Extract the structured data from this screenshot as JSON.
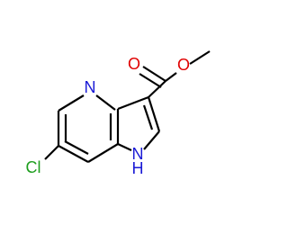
{
  "molecule": {
    "atoms": {
      "N_pyridine": "N",
      "O_carbonyl": "O",
      "O_ester": "O",
      "Cl": "Cl",
      "N_pyrrole": "N",
      "H_pyrrole": "H"
    },
    "colors": {
      "N": "#1a1ad6",
      "O": "#e00000",
      "Cl": "#1e9e1e",
      "bond": "#000000"
    }
  }
}
